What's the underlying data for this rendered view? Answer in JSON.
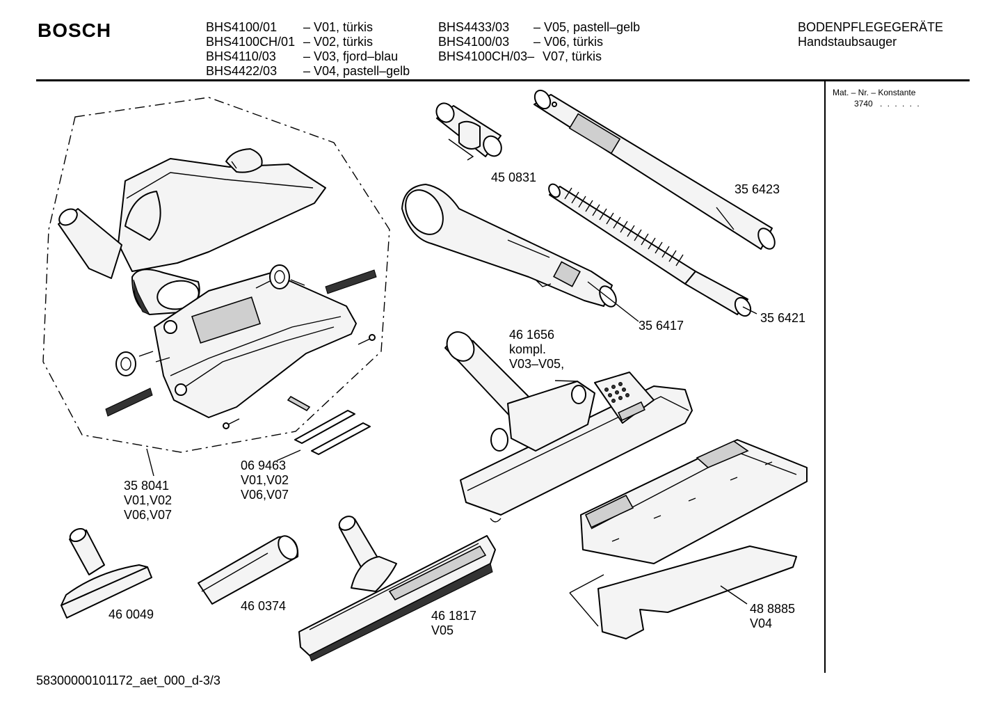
{
  "header": {
    "brand": "BOSCH",
    "models_col1": [
      {
        "model": "BHS4100/01",
        "variant": "– V01, türkis"
      },
      {
        "model": "BHS4100CH/01",
        "variant": "– V02, türkis"
      },
      {
        "model": "BHS4110/03",
        "variant": "– V03, fjord–blau"
      },
      {
        "model": "BHS4422/03",
        "variant": "– V04, pastell–gelb"
      }
    ],
    "models_col2": [
      {
        "model": "BHS4433/03",
        "variant": "– V05, pastell–gelb"
      },
      {
        "model": "BHS4100/03",
        "variant": "– V06, türkis"
      },
      {
        "model": "BHS4100CH/03–",
        "variant": "V07, türkis"
      }
    ],
    "category": "BODENPFLEGEGERÄTE",
    "subcategory": "Handstaubsauger"
  },
  "sidebar": {
    "mat_label": "Mat. – Nr. – Konstante",
    "mat_value": "3740",
    "mat_dots": ". . . . . ."
  },
  "parts": {
    "p450831": "45 0831",
    "p356423": "35 6423",
    "p356417": "35 6417",
    "p356421": "35 6421",
    "p461656": [
      "46 1656",
      "kompl.",
      "V03–V05,"
    ],
    "p358041": [
      "35 8041",
      "V01,V02",
      "V06,V07"
    ],
    "p069463": [
      "06 9463",
      "V01,V02",
      "V06,V07"
    ],
    "p460049": "46 0049",
    "p460374": "46 0374",
    "p461817": [
      "46 1817",
      "V05"
    ],
    "p488885": [
      "48 8885",
      "V04"
    ]
  },
  "footer": {
    "doc_id": "58300000101172_aet_000_d-3/3"
  }
}
